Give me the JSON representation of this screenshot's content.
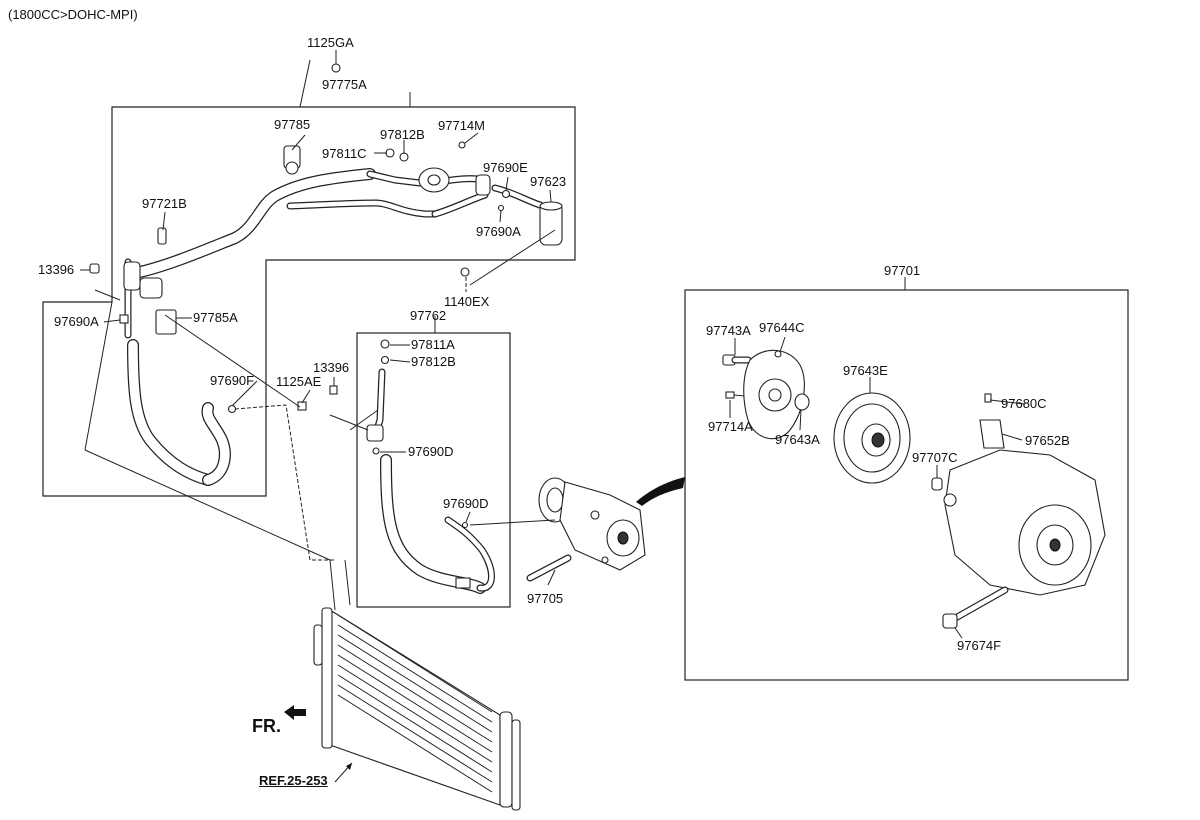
{
  "header": {
    "engine_spec": "(1800CC>DOHC-MPI)"
  },
  "labels": {
    "p1125GA": "1125GA",
    "p97775A": "97775A",
    "p97785": "97785",
    "p97812B_top": "97812B",
    "p97714M": "97714M",
    "p97811C": "97811C",
    "p97690E": "97690E",
    "p97623": "97623",
    "p97721B": "97721B",
    "p97690A_right": "97690A",
    "p13396_left": "13396",
    "p1140EX": "1140EX",
    "p97762": "97762",
    "p97690A_left": "97690A",
    "p97785A": "97785A",
    "p97811A": "97811A",
    "p97812B_mid": "97812B",
    "p97690F": "97690F",
    "p1125AE": "1125AE",
    "p13396_mid": "13396",
    "p97690D_upper": "97690D",
    "p97690D_lower": "97690D",
    "p97705": "97705",
    "p97701": "97701",
    "p97743A": "97743A",
    "p97644C": "97644C",
    "p97643E": "97643E",
    "p97680C": "97680C",
    "p97714A": "97714A",
    "p97643A": "97643A",
    "p97652B": "97652B",
    "p97707C": "97707C",
    "p97674F": "97674F"
  },
  "references": {
    "condenser_ref": "REF.25-253",
    "front_marker": "FR."
  }
}
